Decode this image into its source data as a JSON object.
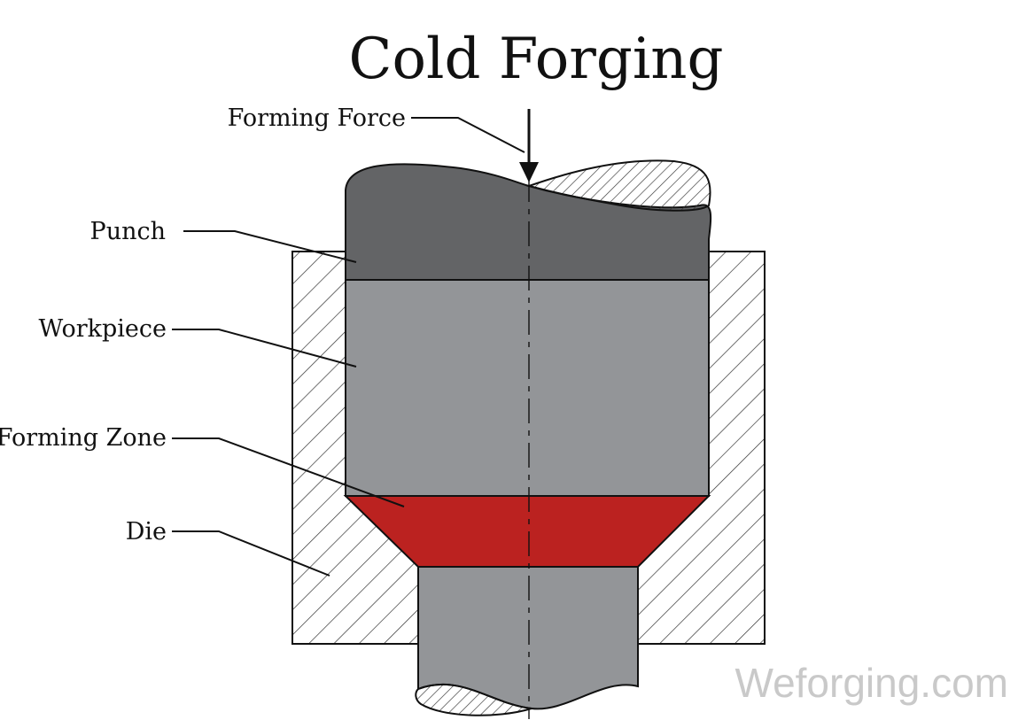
{
  "title": "Cold Forging",
  "labels": {
    "forming_force": "Forming Force",
    "punch": "Punch",
    "workpiece": "Workpiece",
    "forming_zone": "Forming Zone",
    "die": "Die"
  },
  "watermark": "Weforging.com",
  "colors": {
    "punch": "#636466",
    "workpiece": "#939598",
    "forming_zone": "#bb2220",
    "die_outline": "#111111",
    "hatch": "#333333",
    "watermark": "#c9c9c9"
  }
}
